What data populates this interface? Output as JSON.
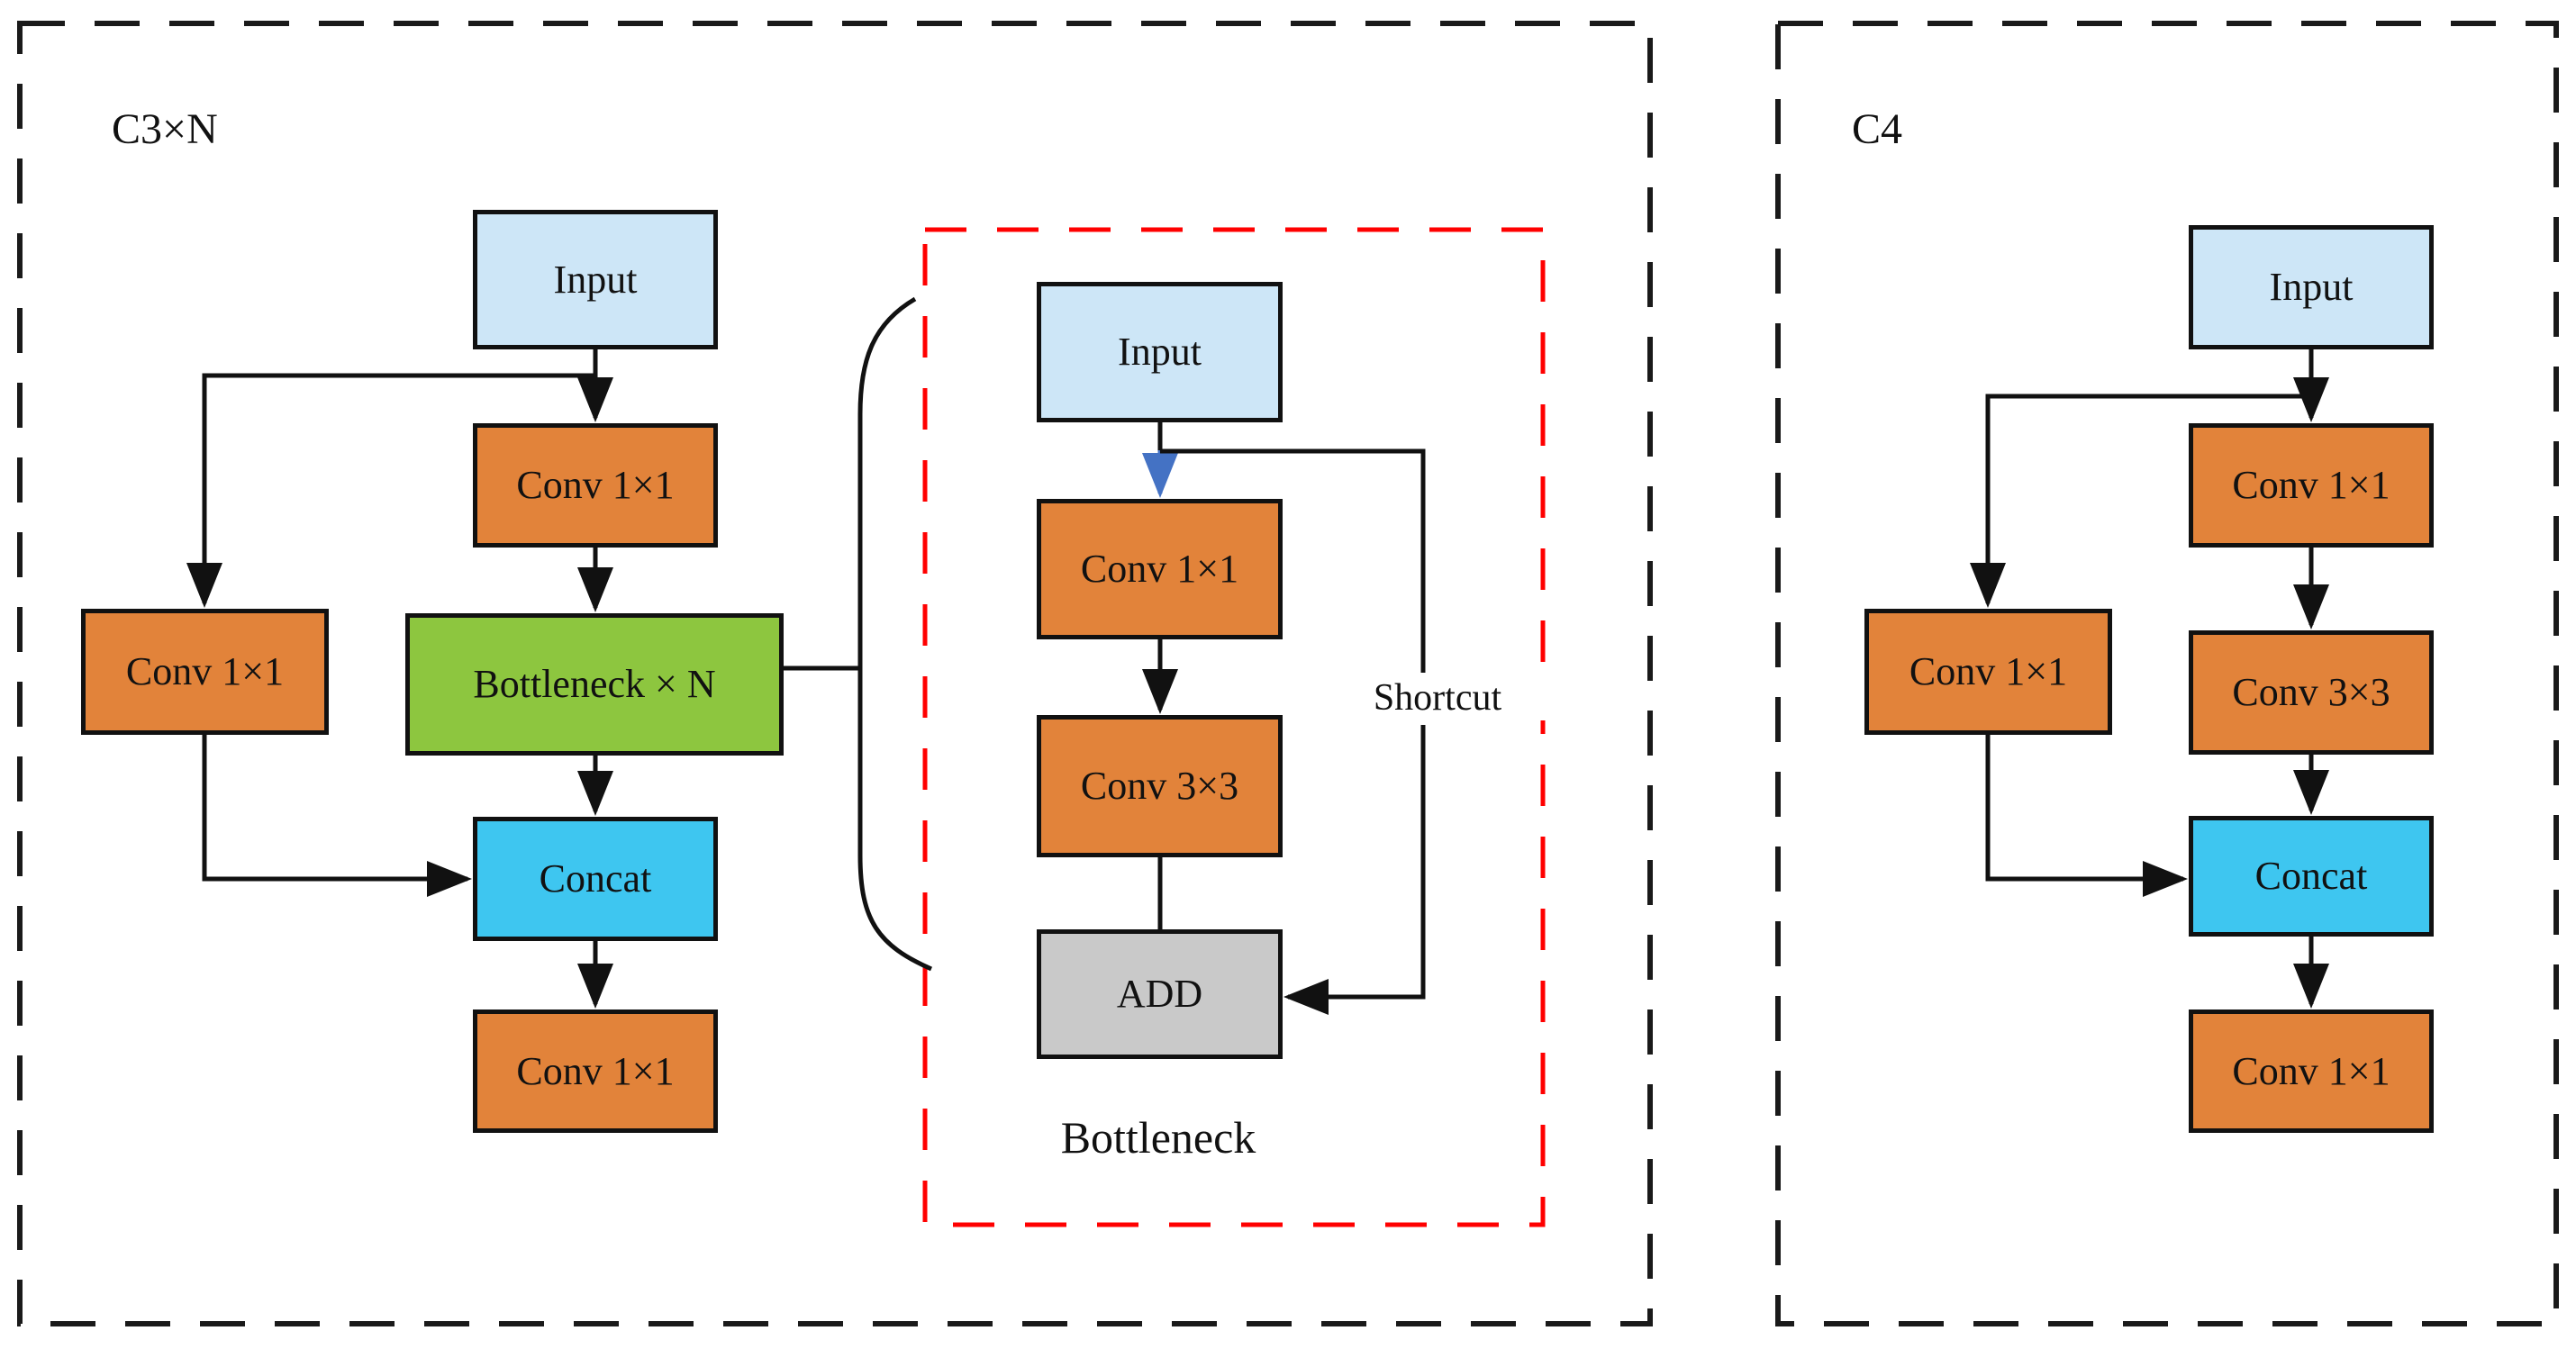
{
  "colors": {
    "input_fill": "#CDE6F7",
    "conv_fill": "#E2833A",
    "bottleneck_fill": "#8DC63F",
    "concat_fill": "#3EC6F0",
    "add_fill": "#C9C9C9",
    "wire": "#111111",
    "blue_arrow": "#4472C4",
    "frame": "#1A1A1A",
    "red_frame": "#FF0000"
  },
  "c3_panel": {
    "title": "C3×N",
    "nodes": {
      "input": "Input",
      "conv_top": "Conv 1×1",
      "conv_left": "Conv 1×1",
      "bottleneck_n": "Bottleneck × N",
      "concat": "Concat",
      "conv_out": "Conv 1×1"
    }
  },
  "bottleneck_panel": {
    "title": "Bottleneck",
    "shortcut_label": "Shortcut",
    "nodes": {
      "input": "Input",
      "conv1": "Conv 1×1",
      "conv3": "Conv 3×3",
      "add": "ADD"
    }
  },
  "c4_panel": {
    "title": "C4",
    "nodes": {
      "input": "Input",
      "conv_top": "Conv 1×1",
      "conv_left": "Conv 1×1",
      "conv3": "Conv 3×3",
      "concat": "Concat",
      "conv_out": "Conv 1×1"
    }
  }
}
